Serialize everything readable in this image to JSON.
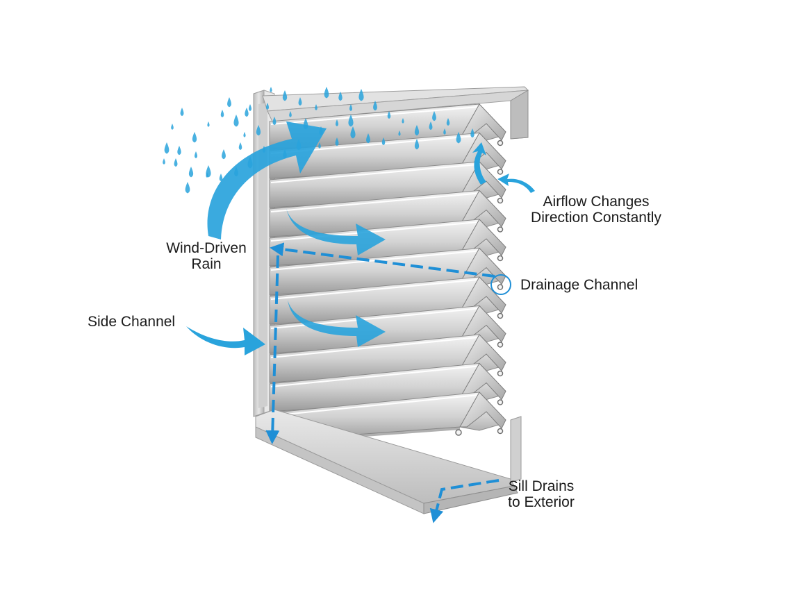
{
  "labels": {
    "wind_driven_rain": {
      "line1": "Wind-Driven",
      "line2": "Rain"
    },
    "airflow": {
      "line1": "Airflow Changes",
      "line2": "Direction Constantly"
    },
    "drainage_channel": "Drainage Channel",
    "side_channel": "Side Channel",
    "sill": {
      "line1": "Sill Drains",
      "line2": "to Exterior"
    }
  },
  "colors": {
    "accent_blue": "#29a3dc",
    "dashed_blue": "#1f8fd6",
    "louver_light": "#ececec",
    "louver_mid": "#c9c9c9",
    "louver_dark": "#8a8a8a",
    "frame": "#d6d6d6"
  }
}
